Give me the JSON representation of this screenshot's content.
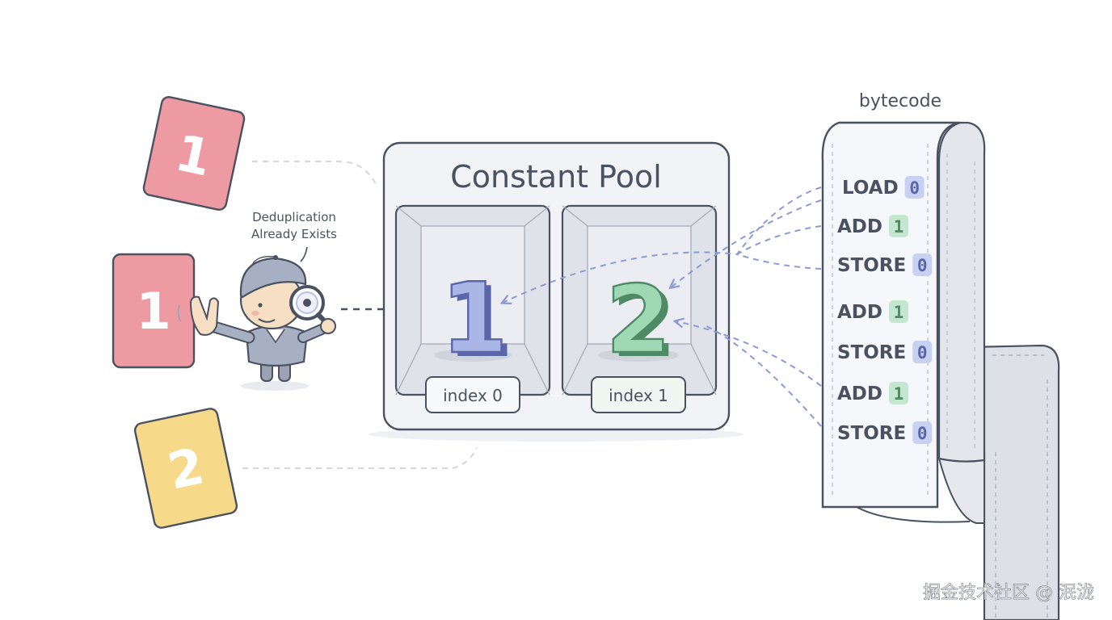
{
  "pool": {
    "title": "Constant Pool",
    "slots": [
      {
        "value": "1",
        "label": "index 0",
        "color": "#aab6e6",
        "edge": "#5b66a8"
      },
      {
        "value": "2",
        "label": "index 1",
        "color": "#9fd8b4",
        "edge": "#4f8a67"
      }
    ]
  },
  "cards": [
    {
      "value": "1",
      "color": "#ee9aa2"
    },
    {
      "value": "1",
      "color": "#ee9aa2"
    },
    {
      "value": "2",
      "color": "#f7d98a"
    }
  ],
  "inspector": {
    "bubble_line1": "Deduplication",
    "bubble_line2": "Already Exists"
  },
  "bytecode": {
    "title": "bytecode",
    "instructions": [
      {
        "op": "LOAD",
        "arg": "0"
      },
      {
        "op": "ADD",
        "arg": "1"
      },
      {
        "op": "STORE",
        "arg": "0"
      },
      {
        "op": "ADD",
        "arg": "1"
      },
      {
        "op": "STORE",
        "arg": "0"
      },
      {
        "op": "ADD",
        "arg": "1"
      },
      {
        "op": "STORE",
        "arg": "0"
      }
    ],
    "badge_colors": {
      "0": "#c9d1f2",
      "1": "#c4e8cf"
    },
    "badge_text_colors": {
      "0": "#5b66a8",
      "1": "#4f8a67"
    }
  },
  "watermark": "掘金技术社区 @ 泯泷"
}
